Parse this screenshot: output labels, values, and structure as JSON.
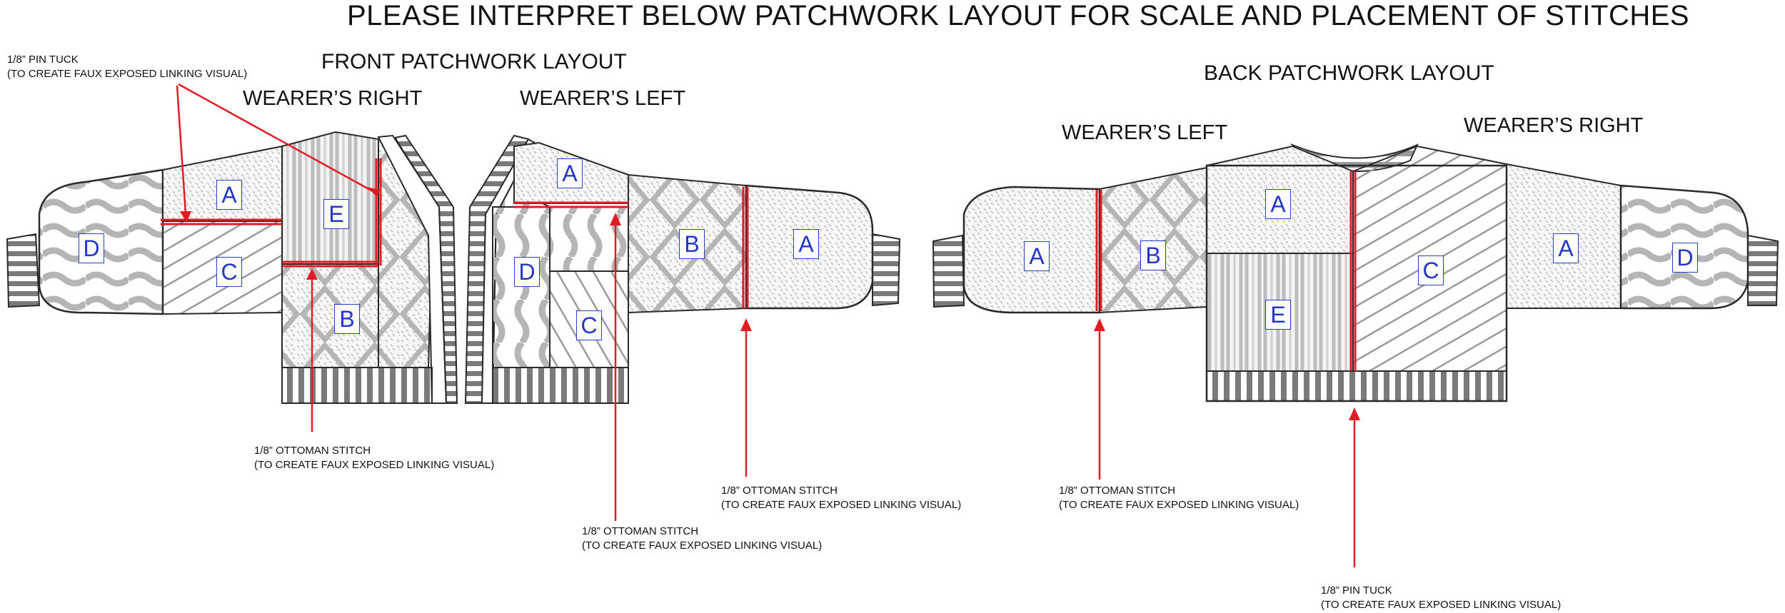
{
  "title": "PLEASE INTERPRET BELOW PATCHWORK LAYOUT FOR SCALE AND PLACEMENT OF STITCHES",
  "front": {
    "layout_title": "FRONT PATCHWORK LAYOUT",
    "wearers_right_label": "WEARER’S RIGHT",
    "wearers_left_label": "WEARER’S LEFT"
  },
  "back": {
    "layout_title": "BACK PATCHWORK LAYOUT",
    "wearers_left_label": "WEARER’S LEFT",
    "wearers_right_label": "WEARER’S RIGHT"
  },
  "callouts": {
    "front_pin_tuck": {
      "line1": "1/8”  PIN TUCK",
      "line2": "(TO CREATE FAUX EXPOSED LINKING VISUAL)"
    },
    "front_right_ottoman": {
      "line1": "1/8” OTTOMAN STITCH",
      "line2": "(TO CREATE FAUX EXPOSED LINKING VISUAL)"
    },
    "front_left_ottoman": {
      "line1": "1/8” OTTOMAN STITCH",
      "line2": "(TO CREATE FAUX EXPOSED LINKING VISUAL)"
    },
    "front_sleeve_ottoman": {
      "line1": "1/8” OTTOMAN STITCH",
      "line2": "(TO CREATE FAUX EXPOSED LINKING VISUAL)"
    },
    "back_sleeve_ottoman": {
      "line1": "1/8” OTTOMAN STITCH",
      "line2": "(TO CREATE FAUX EXPOSED LINKING VISUAL)"
    },
    "back_pin_tuck": {
      "line1": "1/8”  PIN TUCK",
      "line2": "(TO CREATE FAUX EXPOSED LINKING VISUAL)"
    }
  },
  "panel_letters": {
    "a": "A",
    "b": "B",
    "c": "C",
    "d": "D",
    "e": "E"
  },
  "colors": {
    "outline": "#2a2a2a",
    "stitch_gray": "#b5b5b5",
    "rib_gray": "#7a7a7a",
    "seam_red": "#e31b23",
    "letter_blue": "#2336c9"
  }
}
